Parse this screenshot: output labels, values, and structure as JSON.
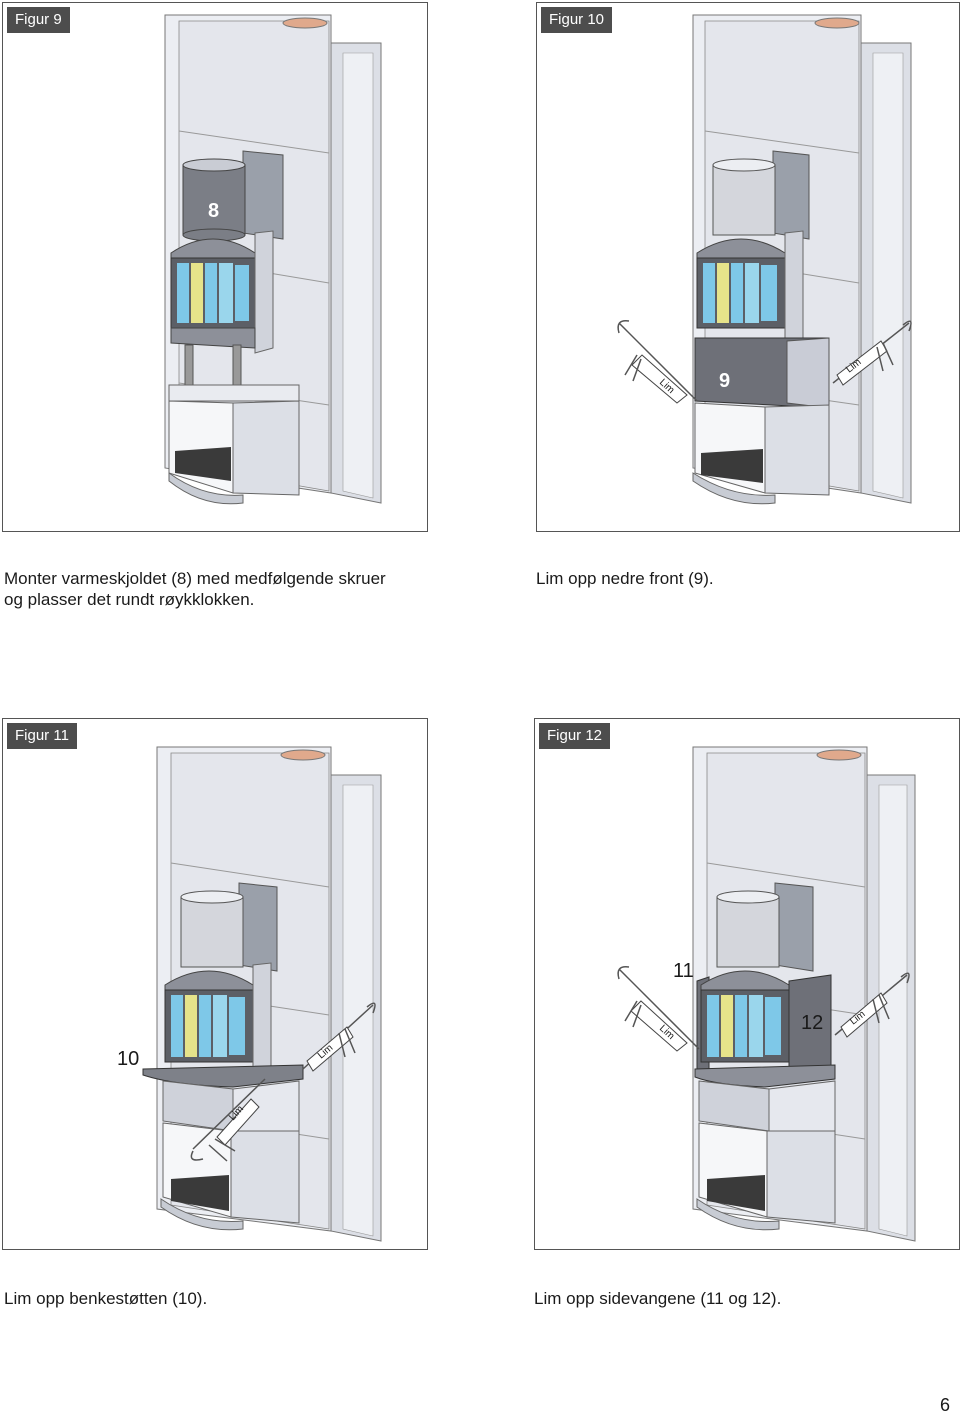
{
  "figures": [
    {
      "label": "Figur 9",
      "callouts": [
        "8"
      ]
    },
    {
      "label": "Figur 10",
      "callouts": [
        "9"
      ],
      "gun_text": [
        "Lim",
        "Lim"
      ]
    },
    {
      "label": "Figur 11",
      "callouts": [
        "10"
      ],
      "gun_text": [
        "Lim",
        "Lim"
      ]
    },
    {
      "label": "Figur 12",
      "callouts": [
        "11",
        "12"
      ],
      "gun_text": [
        "Lim",
        "Lim"
      ]
    }
  ],
  "captions": {
    "fig9_line1": "Monter varmeskjoldet (8) med medfølgende skruer",
    "fig9_line2": "og plasser det rundt røykklokken.",
    "fig10": "Lim opp nedre front (9).",
    "fig11": "Lim opp benkestøtten (10).",
    "fig12": "Lim opp sidevangene (11 og 12)."
  },
  "page_number": "6",
  "colors": {
    "wall": "#e6e8ee",
    "wall_shadow": "#c9ccd6",
    "glass_blue": "#7ec8e8",
    "glass_yellow": "#e6e38a",
    "dark_part": "#6e7078",
    "firebox": "#3a3a3a",
    "flue_ring": "#e0a98c"
  }
}
